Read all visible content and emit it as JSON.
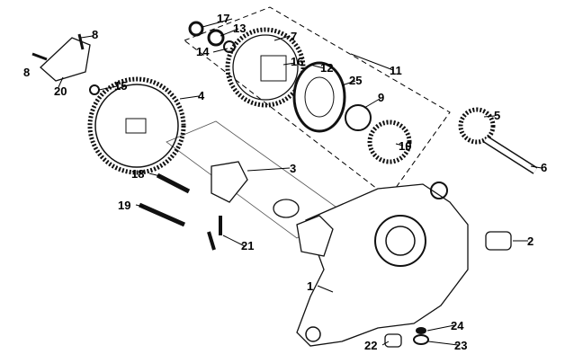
{
  "diagram": {
    "title": "Exploded parts diagram - right crankcase, starter gears and oil pump",
    "callouts": [
      {
        "id": "c1",
        "text": "1"
      },
      {
        "id": "c2",
        "text": "2"
      },
      {
        "id": "c3",
        "text": "3"
      },
      {
        "id": "c4",
        "text": "4"
      },
      {
        "id": "c5",
        "text": "5"
      },
      {
        "id": "c6",
        "text": "6"
      },
      {
        "id": "c7",
        "text": "7"
      },
      {
        "id": "c8a",
        "text": "8"
      },
      {
        "id": "c8b",
        "text": "8"
      },
      {
        "id": "c9",
        "text": "9"
      },
      {
        "id": "c10",
        "text": "10"
      },
      {
        "id": "c11",
        "text": "11"
      },
      {
        "id": "c12",
        "text": "12"
      },
      {
        "id": "c13",
        "text": "13"
      },
      {
        "id": "c14",
        "text": "14"
      },
      {
        "id": "c15",
        "text": "15"
      },
      {
        "id": "c16",
        "text": "16"
      },
      {
        "id": "c17",
        "text": "17"
      },
      {
        "id": "c18",
        "text": "18"
      },
      {
        "id": "c19",
        "text": "19"
      },
      {
        "id": "c20",
        "text": "20"
      },
      {
        "id": "c21",
        "text": "21"
      },
      {
        "id": "c22",
        "text": "22"
      },
      {
        "id": "c23",
        "text": "23"
      },
      {
        "id": "c24",
        "text": "24"
      },
      {
        "id": "c25",
        "text": "25"
      }
    ]
  }
}
